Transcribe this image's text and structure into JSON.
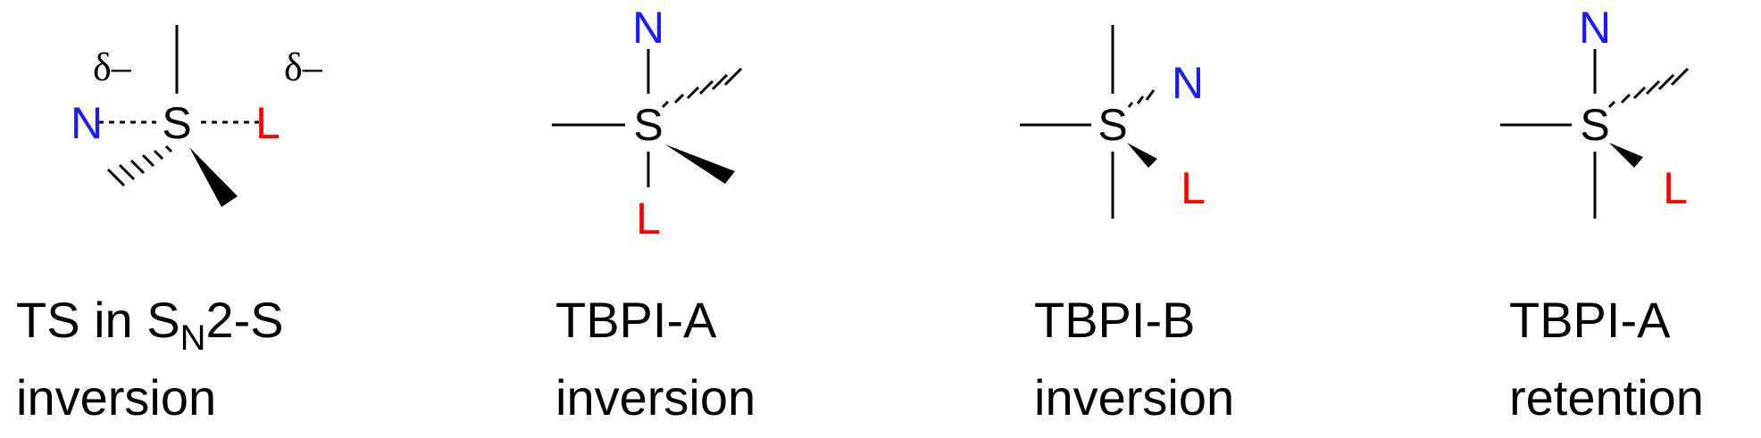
{
  "colors": {
    "nucleophile": "#1a1aff",
    "leaving_group": "#ff0000",
    "default": "#000000"
  },
  "structures": [
    {
      "id": "ts",
      "atoms": {
        "center": "S",
        "nucleophile": "N",
        "leaving": "L"
      },
      "charges": {
        "left": "δ–",
        "right": "δ–"
      },
      "caption": {
        "line1_prefix": "TS in S",
        "line1_sub": "N",
        "line1_suffix": "2-S",
        "line2": "inversion"
      }
    },
    {
      "id": "tbpi-a-inv",
      "atoms": {
        "center": "S",
        "nucleophile": "N",
        "leaving": "L"
      },
      "caption": {
        "line1": "TBPI-A",
        "line2": "inversion"
      }
    },
    {
      "id": "tbpi-b-inv",
      "atoms": {
        "center": "S",
        "nucleophile": "N",
        "leaving": "L"
      },
      "caption": {
        "line1": "TBPI-B",
        "line2": "inversion"
      }
    },
    {
      "id": "tbpi-a-ret",
      "atoms": {
        "center": "S",
        "nucleophile": "N",
        "leaving": "L"
      },
      "caption": {
        "line1": "TBPI-A",
        "line2": "retention"
      }
    }
  ]
}
